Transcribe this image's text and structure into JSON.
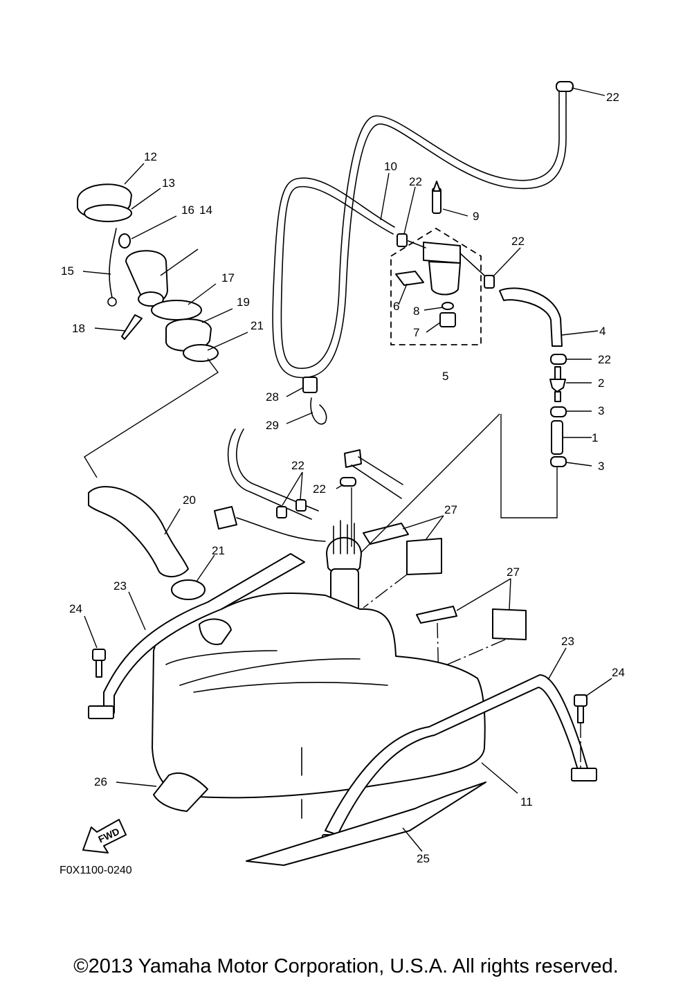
{
  "diagram_code": "F0X1100-0240",
  "fwd_label": "FWD",
  "copyright": "©2013 Yamaha Motor Corporation, U.S.A. All rights reserved.",
  "callouts": [
    "1",
    "2",
    "3",
    "3",
    "4",
    "5",
    "6",
    "7",
    "8",
    "9",
    "10",
    "11",
    "12",
    "13",
    "14",
    "15",
    "16",
    "17",
    "18",
    "19",
    "20",
    "21",
    "21",
    "22",
    "22",
    "22",
    "22",
    "22",
    "22",
    "23",
    "23",
    "24",
    "24",
    "25",
    "26",
    "27",
    "27",
    "28",
    "29"
  ]
}
